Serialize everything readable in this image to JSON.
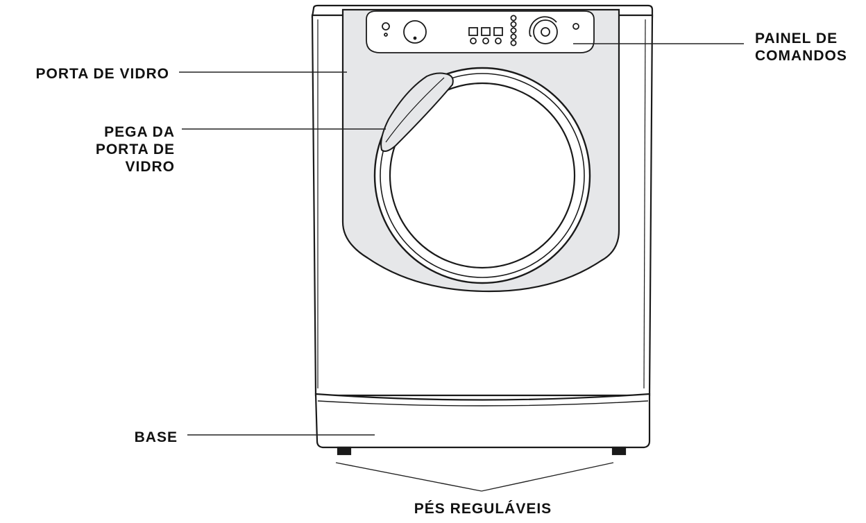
{
  "labels": {
    "glass_door": "PORTA DE VIDRO",
    "door_handle": [
      "PEGA DA",
      "PORTA DE",
      "VIDRO"
    ],
    "base": "BASE",
    "control_panel": [
      "PAINEL DE",
      "COMANDOS"
    ],
    "adjustable_feet": "PÉS REGULÁVEIS"
  },
  "colors": {
    "outline": "#1a1a1a",
    "door_panel": "#e6e7e9",
    "body": "#ffffff",
    "text": "#111111"
  }
}
